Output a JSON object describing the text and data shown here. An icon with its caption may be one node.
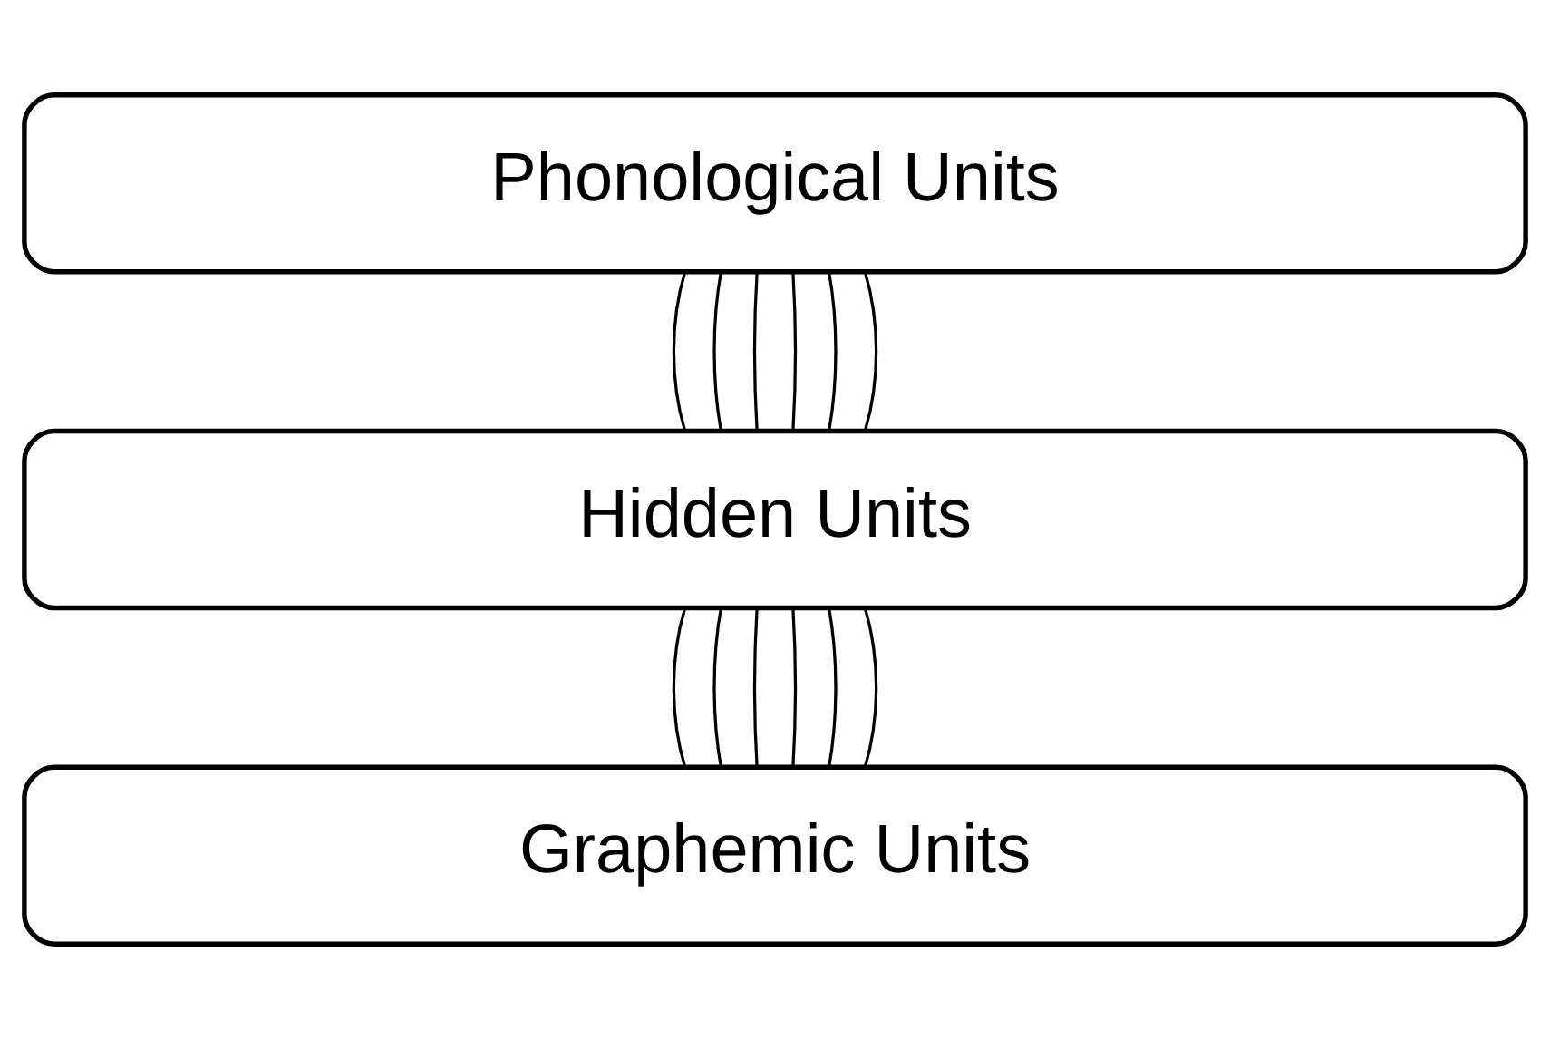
{
  "diagram": {
    "nodes": [
      {
        "text": [
          "Phonological Units"
        ]
      },
      {
        "text": [
          "Hidden Units"
        ]
      },
      {
        "text": [
          "Graphemic Units"
        ]
      }
    ],
    "edges": [
      {
        "from": 0,
        "to": 1,
        "arrow": "none"
      },
      {
        "from": 0,
        "to": 1,
        "arrow": "none"
      },
      {
        "from": 0,
        "to": 1,
        "arrow": "none"
      },
      {
        "from": 0,
        "to": 1,
        "arrow": "none"
      },
      {
        "from": 0,
        "to": 1,
        "arrow": "none"
      },
      {
        "from": 0,
        "to": 1,
        "arrow": "none"
      },
      {
        "from": 1,
        "to": 2,
        "arrow": "none"
      },
      {
        "from": 1,
        "to": 2,
        "arrow": "none"
      },
      {
        "from": 1,
        "to": 2,
        "arrow": "none"
      },
      {
        "from": 1,
        "to": 2,
        "arrow": "none"
      },
      {
        "from": 1,
        "to": 2,
        "arrow": "none"
      },
      {
        "from": 1,
        "to": 2,
        "arrow": "none"
      }
    ]
  }
}
